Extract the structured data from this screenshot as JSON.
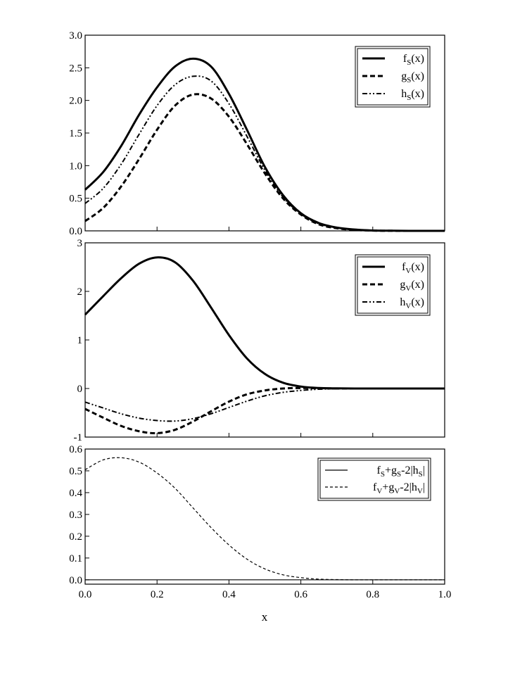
{
  "xlabel": "x",
  "chart_data": [
    {
      "type": "line",
      "x_ticks": [
        "0.0",
        "0.2",
        "0.4",
        "0.6",
        "0.8",
        "1.0"
      ],
      "y_ticks": [
        "0.0",
        "0.5",
        "1.0",
        "1.5",
        "2.0",
        "2.5",
        "3.0"
      ],
      "xlim": [
        0,
        1
      ],
      "ylim": [
        0,
        3
      ],
      "legend_position": "top-right",
      "grid": false,
      "series": [
        {
          "name": "fS(x)",
          "label": {
            "base": "f",
            "sub": "S",
            "tail": "(x)"
          },
          "style": "solid",
          "x": [
            0.0,
            0.05,
            0.1,
            0.15,
            0.2,
            0.25,
            0.3,
            0.35,
            0.4,
            0.45,
            0.5,
            0.55,
            0.6,
            0.65,
            0.7,
            0.75,
            0.8,
            0.85,
            0.9,
            0.95,
            1.0
          ],
          "y": [
            0.63,
            0.9,
            1.3,
            1.78,
            2.2,
            2.52,
            2.64,
            2.52,
            2.1,
            1.55,
            0.98,
            0.55,
            0.27,
            0.12,
            0.05,
            0.02,
            0.005,
            0.002,
            0.0,
            0.0,
            0.0
          ]
        },
        {
          "name": "gS(x)",
          "label": {
            "base": "g",
            "sub": "S",
            "tail": "(x)"
          },
          "style": "dashed",
          "x": [
            0.0,
            0.05,
            0.1,
            0.15,
            0.2,
            0.25,
            0.3,
            0.35,
            0.4,
            0.45,
            0.5,
            0.55,
            0.6,
            0.65,
            0.7,
            0.75,
            0.8,
            0.85,
            0.9,
            0.95,
            1.0
          ],
          "y": [
            0.15,
            0.35,
            0.68,
            1.1,
            1.55,
            1.92,
            2.09,
            2.03,
            1.75,
            1.33,
            0.88,
            0.5,
            0.25,
            0.1,
            0.04,
            0.015,
            0.004,
            0.001,
            0.0,
            0.0,
            0.0
          ]
        },
        {
          "name": "hS(x)",
          "label": {
            "base": "h",
            "sub": "S",
            "tail": "(x)"
          },
          "style": "dashdotdot",
          "x": [
            0.0,
            0.05,
            0.1,
            0.15,
            0.2,
            0.25,
            0.3,
            0.35,
            0.4,
            0.45,
            0.5,
            0.55,
            0.6,
            0.65,
            0.7,
            0.75,
            0.8,
            0.85,
            0.9,
            0.95,
            1.0
          ],
          "y": [
            0.42,
            0.65,
            1.02,
            1.48,
            1.92,
            2.24,
            2.37,
            2.3,
            1.95,
            1.45,
            0.93,
            0.52,
            0.26,
            0.11,
            0.045,
            0.017,
            0.005,
            0.001,
            0.0,
            0.0,
            0.0
          ]
        }
      ]
    },
    {
      "type": "line",
      "y_ticks": [
        "-1",
        "0",
        "1",
        "2",
        "3"
      ],
      "xlim": [
        0,
        1
      ],
      "ylim": [
        -1,
        3
      ],
      "legend_position": "top-right",
      "grid": false,
      "series": [
        {
          "name": "fV(x)",
          "label": {
            "base": "f",
            "sub": "V",
            "tail": "(x)"
          },
          "style": "solid",
          "x": [
            0.0,
            0.05,
            0.1,
            0.15,
            0.2,
            0.25,
            0.3,
            0.35,
            0.4,
            0.45,
            0.5,
            0.55,
            0.6,
            0.65,
            0.7,
            0.75,
            0.8,
            0.85,
            0.9,
            0.95,
            1.0
          ],
          "y": [
            1.52,
            1.9,
            2.27,
            2.57,
            2.7,
            2.6,
            2.22,
            1.67,
            1.1,
            0.62,
            0.3,
            0.12,
            0.04,
            0.01,
            0.003,
            0.0,
            0.0,
            0.0,
            0.0,
            0.0,
            0.0
          ]
        },
        {
          "name": "gV(x)",
          "label": {
            "base": "g",
            "sub": "V",
            "tail": "(x)"
          },
          "style": "dashed",
          "x": [
            0.0,
            0.05,
            0.1,
            0.15,
            0.2,
            0.25,
            0.3,
            0.35,
            0.4,
            0.45,
            0.5,
            0.55,
            0.6,
            0.65,
            0.7,
            0.75,
            0.8,
            0.85,
            0.9,
            0.95,
            1.0
          ],
          "y": [
            -0.42,
            -0.6,
            -0.77,
            -0.88,
            -0.92,
            -0.85,
            -0.68,
            -0.47,
            -0.27,
            -0.12,
            -0.04,
            0.0,
            0.01,
            0.005,
            0.0,
            0.0,
            0.0,
            0.0,
            0.0,
            0.0,
            0.0
          ]
        },
        {
          "name": "hV(x)",
          "label": {
            "base": "h",
            "sub": "V",
            "tail": "(x)"
          },
          "style": "dashdotdot",
          "x": [
            0.0,
            0.05,
            0.1,
            0.15,
            0.2,
            0.25,
            0.3,
            0.35,
            0.4,
            0.45,
            0.5,
            0.55,
            0.6,
            0.65,
            0.7,
            0.75,
            0.8,
            0.85,
            0.9,
            0.95,
            1.0
          ],
          "y": [
            -0.28,
            -0.4,
            -0.52,
            -0.61,
            -0.66,
            -0.67,
            -0.62,
            -0.52,
            -0.39,
            -0.26,
            -0.15,
            -0.08,
            -0.04,
            -0.015,
            -0.005,
            0.0,
            0.0,
            0.0,
            0.0,
            0.0,
            0.0
          ]
        }
      ]
    },
    {
      "type": "line",
      "y_ticks": [
        "0.0",
        "0.1",
        "0.2",
        "0.3",
        "0.4",
        "0.5",
        "0.6"
      ],
      "xlim": [
        0,
        1
      ],
      "ylim": [
        -0.02,
        0.6
      ],
      "legend_position": "top-right",
      "grid": false,
      "series": [
        {
          "name": "fS+gS-2|hS|",
          "label": {
            "base": "f",
            "sub": "S",
            "tail": "+g",
            "sub2": "S",
            "tail2": "-2|h",
            "sub3": "S",
            "tail3": "|"
          },
          "style": "thin-solid",
          "x": [
            0.0,
            1.0
          ],
          "y": [
            0.0,
            0.0
          ]
        },
        {
          "name": "fV+gV-2|hV|",
          "label": {
            "base": "f",
            "sub": "V",
            "tail": "+g",
            "sub2": "V",
            "tail2": "-2|h",
            "sub3": "V",
            "tail3": "|"
          },
          "style": "thin-dashed",
          "x": [
            0.0,
            0.05,
            0.1,
            0.15,
            0.2,
            0.25,
            0.3,
            0.35,
            0.4,
            0.45,
            0.5,
            0.55,
            0.6,
            0.65,
            0.7,
            0.75,
            0.8,
            0.85,
            0.9,
            0.95,
            1.0
          ],
          "y": [
            0.505,
            0.55,
            0.56,
            0.54,
            0.49,
            0.42,
            0.33,
            0.24,
            0.16,
            0.095,
            0.05,
            0.023,
            0.01,
            0.003,
            0.001,
            0.0,
            0.0,
            0.0,
            0.0,
            0.0,
            0.0
          ]
        }
      ]
    }
  ]
}
